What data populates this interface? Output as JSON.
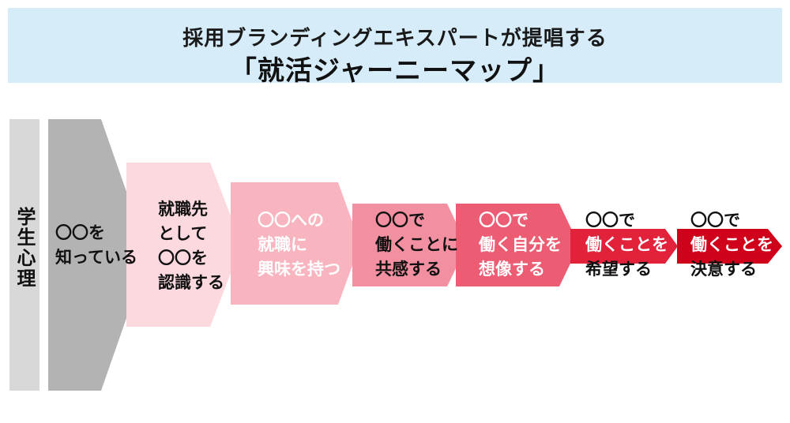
{
  "header": {
    "subtitle": "採用ブランディングエキスパートが提唱する",
    "title": "「就活ジャーニーマップ」"
  },
  "side_label": "学生心理",
  "stages": [
    {
      "lines": [
        "〇〇を",
        "知っている"
      ],
      "color": "#b3b3b3",
      "text_color": "#111111",
      "highlight": []
    },
    {
      "lines": [
        "就職先",
        "として",
        "〇〇を",
        "認識する"
      ],
      "color": "#fcd9df",
      "text_color": "#111111",
      "highlight": []
    },
    {
      "lines": [
        "〇〇への",
        "就職に",
        "興味を持つ"
      ],
      "color": "#f8b4bf",
      "text_color": "#ffffff",
      "highlight": []
    },
    {
      "lines": [
        "〇〇で",
        "働くことに",
        "共感する"
      ],
      "color": "#f28fa0",
      "text_color": "#111111",
      "highlight": []
    },
    {
      "lines": [
        "〇〇で",
        "働く自分を",
        "想像する"
      ],
      "color": "#ec5d74",
      "text_color": "#ffffff",
      "highlight": []
    },
    {
      "lines": [
        "〇〇で",
        "働くことを",
        "希望する"
      ],
      "color": "#e2213b",
      "text_color": "#111111",
      "highlight": [
        1
      ]
    },
    {
      "lines": [
        "〇〇で",
        "働くことを",
        "決意する"
      ],
      "color": "#d0021b",
      "text_color": "#111111",
      "highlight": [
        1
      ]
    }
  ]
}
